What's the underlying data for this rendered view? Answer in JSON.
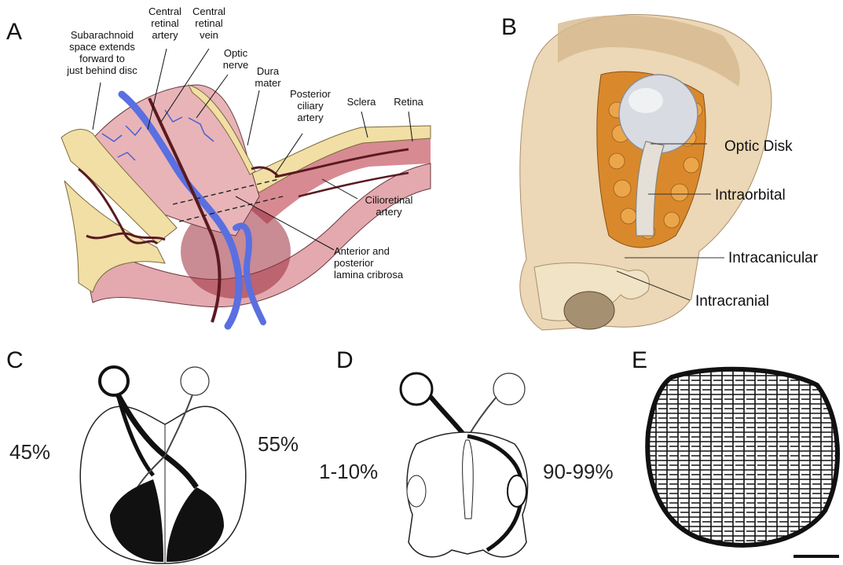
{
  "panels": {
    "A": {
      "letter": "A",
      "labels": {
        "subarachnoid": [
          "Subarachnoid",
          "space extends",
          "forward to",
          "just behind disc"
        ],
        "central_artery": [
          "Central",
          "retinal",
          "artery"
        ],
        "central_vein": [
          "Central",
          "retinal",
          "vein"
        ],
        "optic_nerve": [
          "Optic",
          "nerve"
        ],
        "dura": [
          "Dura",
          "mater"
        ],
        "posterior_ciliary": [
          "Posterior",
          "ciliary",
          "artery"
        ],
        "sclera": "Sclera",
        "retina": "Retina",
        "cilioretinal": [
          "Cilioretinal",
          "artery"
        ],
        "lamina": [
          "Anterior and",
          "posterior",
          "lamina cribrosa"
        ]
      }
    },
    "B": {
      "letter": "B",
      "labels": {
        "optic_disk": "Optic Disk",
        "intraorbital": "Intraorbital",
        "intracanicular": "Intracanicular",
        "intracranial": "Intracranial"
      }
    },
    "C": {
      "letter": "C",
      "left_pct": "45%",
      "right_pct": "55%"
    },
    "D": {
      "letter": "D",
      "left_pct": "1-10%",
      "right_pct": "90-99%"
    },
    "E": {
      "letter": "E"
    }
  },
  "colors": {
    "nerve_pink": "#e3a9ae",
    "artery": "#5a1a20",
    "vein": "#5a6fe0",
    "sclera_tan": "#f1dfa5",
    "fat_orange": "#d9892b"
  }
}
